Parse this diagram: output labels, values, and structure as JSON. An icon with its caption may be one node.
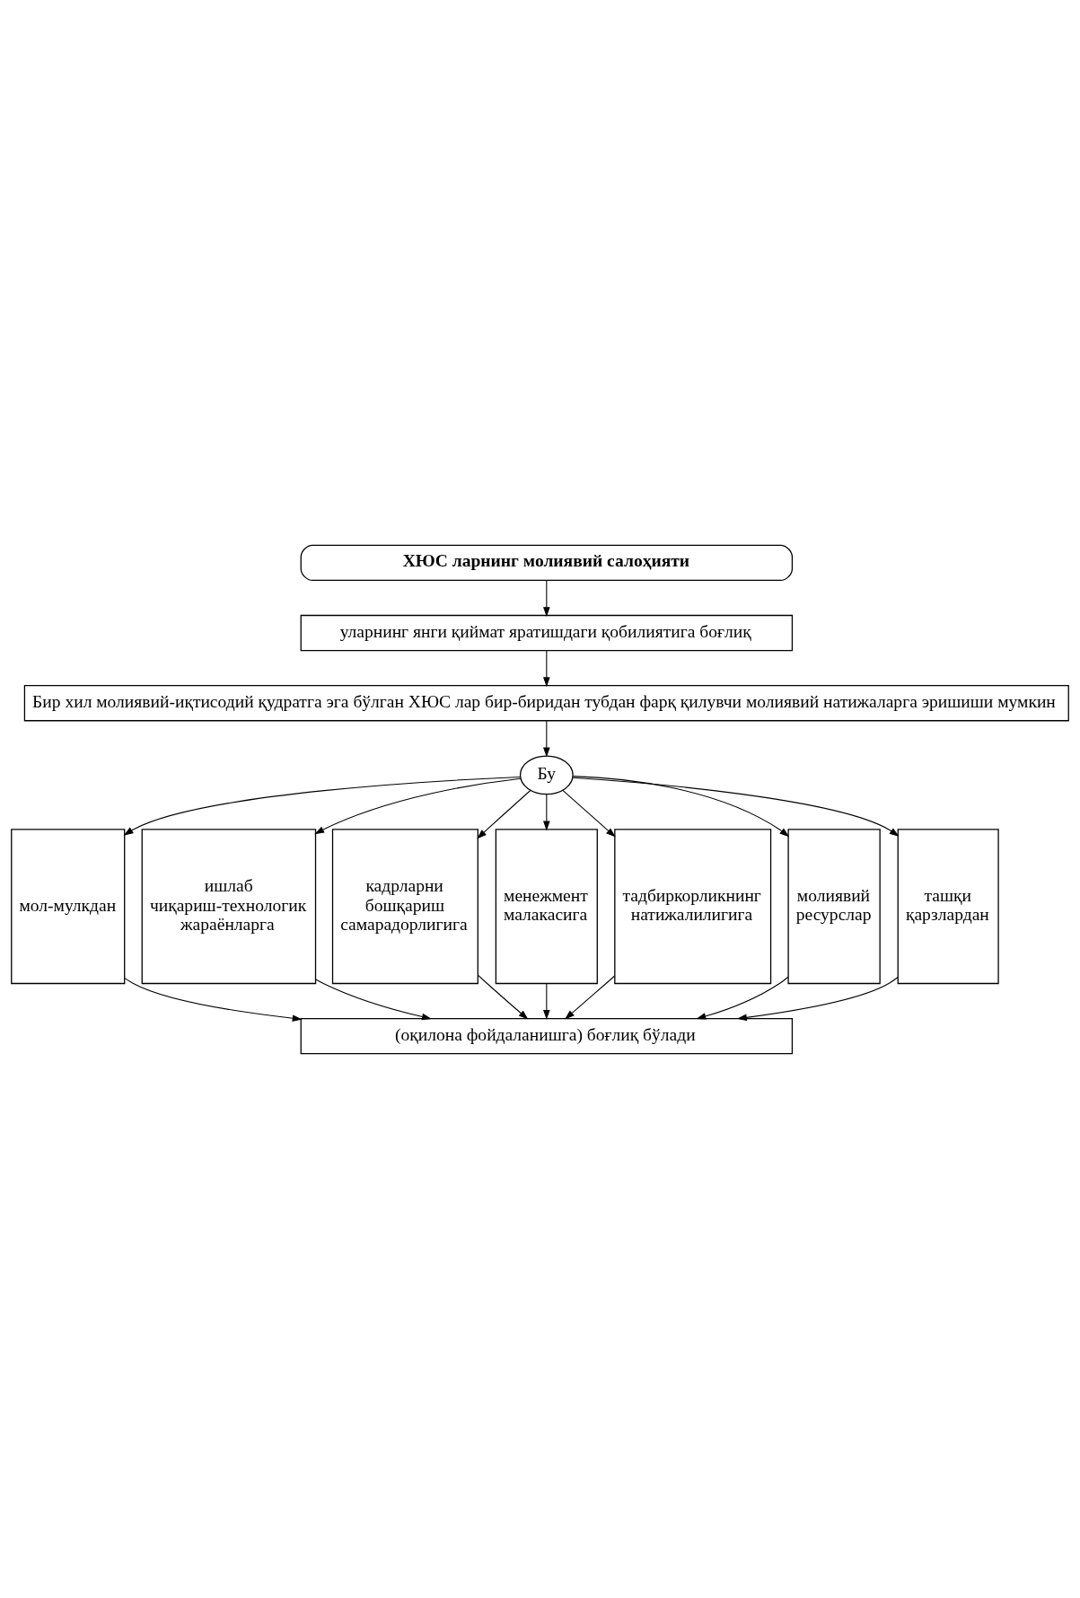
{
  "diagram": {
    "nodes": [
      {
        "text": [
          "ХЮС ларнинг молиявий салоҳияти"
        ]
      },
      {
        "text": [
          "уларнинг янги қиймат яратишдаги қобилиятига боғлиқ"
        ]
      },
      {
        "text": [
          "Бир хил молиявий-иқтисодий қудратга эга бўлган ХЮС лар бир-биридан тубдан фарқ қилувчи молиявий натижаларга эришиши мумкин"
        ]
      },
      {
        "text": [
          "Бу"
        ]
      },
      {
        "text": [
          "мол-мулкдан"
        ]
      },
      {
        "text": [
          "ишлаб чиқариш-технологик жараёнларга"
        ]
      },
      {
        "text": [
          "кадрларни бошқариш самарадорлигига"
        ]
      },
      {
        "text": [
          "менежмент малакасига"
        ]
      },
      {
        "text": [
          "тадбиркорликнинг натижалилигига"
        ]
      },
      {
        "text": [
          "молиявий ресурслар"
        ]
      },
      {
        "text": [
          "ташқи қарзлардан"
        ]
      },
      {
        "text": [
          "(оқилона фойдаланишга) боғлиқ бўлади"
        ]
      }
    ],
    "edges": [
      {
        "from": 0,
        "to": 1,
        "arrow": "to"
      },
      {
        "from": 1,
        "to": 2,
        "arrow": "to"
      },
      {
        "from": 2,
        "to": 3,
        "arrow": "to"
      },
      {
        "from": 3,
        "to": 4,
        "arrow": "to"
      },
      {
        "from": 3,
        "to": 5,
        "arrow": "to"
      },
      {
        "from": 3,
        "to": 6,
        "arrow": "to"
      },
      {
        "from": 3,
        "to": 7,
        "arrow": "to"
      },
      {
        "from": 3,
        "to": 8,
        "arrow": "to"
      },
      {
        "from": 3,
        "to": 9,
        "arrow": "to"
      },
      {
        "from": 3,
        "to": 10,
        "arrow": "to"
      },
      {
        "from": 4,
        "to": 11,
        "arrow": "to"
      },
      {
        "from": 5,
        "to": 11,
        "arrow": "to"
      },
      {
        "from": 6,
        "to": 11,
        "arrow": "to"
      },
      {
        "from": 7,
        "to": 11,
        "arrow": "to"
      },
      {
        "from": 8,
        "to": 11,
        "arrow": "to"
      },
      {
        "from": 9,
        "to": 11,
        "arrow": "to"
      },
      {
        "from": 10,
        "to": 11,
        "arrow": "to"
      }
    ]
  }
}
